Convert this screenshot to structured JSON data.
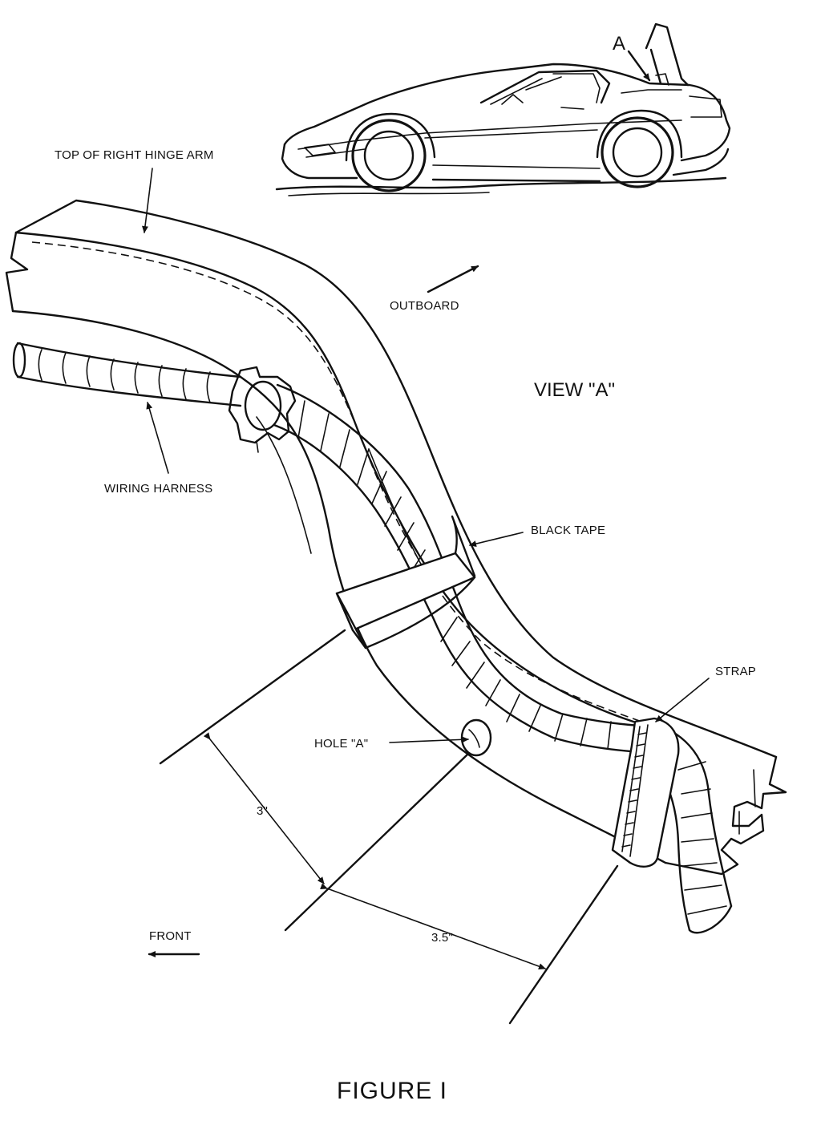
{
  "labels": {
    "top_of_arm": "TOP OF RIGHT HINGE ARM",
    "outboard": "OUTBOARD",
    "view": "VIEW \"A\"",
    "wiring_harness": "WIRING HARNESS",
    "black_tape": "BLACK TAPE",
    "strap": "STRAP",
    "hole": "HOLE \"A\"",
    "dim_3": "3\"",
    "dim_35": "3.5\"",
    "front": "FRONT",
    "detail_a": "A",
    "caption": "FIGURE I"
  }
}
